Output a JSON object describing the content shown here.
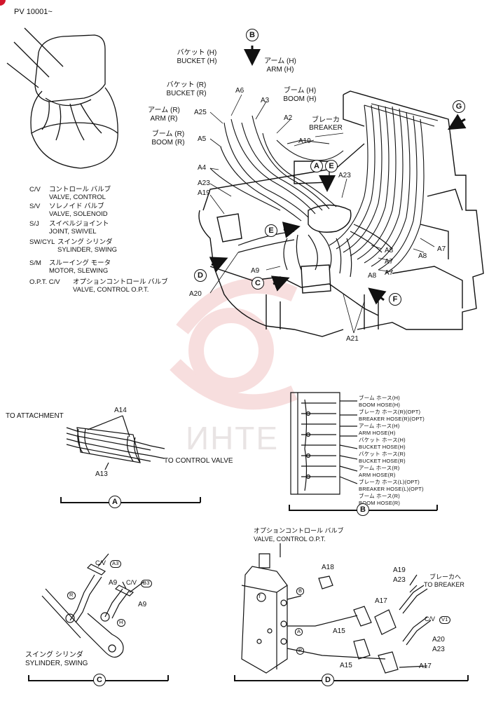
{
  "header": {
    "serial": "PV 10001~"
  },
  "watermark": {
    "text": "ИНТЕ"
  },
  "legend": [
    {
      "key": "C/V",
      "jp": "コントロール バルブ",
      "en": "VALVE, CONTROL"
    },
    {
      "key": "S/V",
      "jp": "ソレノイド バルブ",
      "en": "VALVE, SOLENOID"
    },
    {
      "key": "S/J",
      "jp": "スイベルジョイント",
      "en": "JOINT, SWIVEL"
    },
    {
      "key": "SW/CYL",
      "jp": "スイング シリンダ",
      "en": "SYLINDER, SWING"
    },
    {
      "key": "S/M",
      "jp": "スルーイング モータ",
      "en": "MOTOR, SLEWING"
    },
    {
      "key": "O.P.T. C/V",
      "jp": "オプションコントロール バルブ",
      "en": "VALVE, CONTROL  O.P.T."
    }
  ],
  "main": {
    "bucket_h_jp": "バケット (H)",
    "bucket_h_en": "BUCKET (H)",
    "bucket_r_jp": "バケット (R)",
    "bucket_r_en": "BUCKET (R)",
    "arm_h_jp": "アーム (H)",
    "arm_h_en": "ARM (H)",
    "arm_r_jp": "アーム (R)",
    "arm_r_en": "ARM (R)",
    "boom_h_jp": "ブーム (H)",
    "boom_h_en": "BOOM (H)",
    "boom_r_jp": "ブーム (R)",
    "boom_r_en": "BOOM (R)",
    "breaker_jp": "ブレーカ",
    "breaker_en": "BREAKER",
    "part_a6": "A6",
    "part_a3": "A3",
    "part_a25": "A25",
    "part_a2": "A2",
    "part_a5": "A5",
    "part_a19_top": "A19",
    "part_a4": "A4",
    "part_a23_left": "A23",
    "part_a19_left": "A19",
    "part_a23_right": "A23",
    "part_a8_1": "A8",
    "part_a8_2": "A8",
    "part_a8_3": "A8",
    "part_a7_1": "A7",
    "part_a7_2": "A7",
    "part_a7_3": "A7",
    "part_a9": "A9",
    "part_a20": "A20",
    "part_a21": "A21",
    "view_b": "B",
    "view_g": "G",
    "view_a": "A",
    "view_e": "E",
    "view_e2": "E",
    "view_d": "D",
    "view_c": "C",
    "view_f": "F"
  },
  "detail_a": {
    "to_attachment": "TO ATTACHMENT",
    "part_a14": "A14",
    "to_control_valve": "TO CONTROL VALVE",
    "part_a13": "A13",
    "caption": "A"
  },
  "detail_b": {
    "rows": [
      {
        "jp": "ブーム ホース(H)",
        "en": "BOOM HOSE(H)"
      },
      {
        "jp": "ブレーカ ホース(R)(OPT)",
        "en": "BREAKER HOSE(R)(OPT)"
      },
      {
        "jp": "アーム ホース(H)",
        "en": "ARM HOSE(H)"
      },
      {
        "jp": "バケット ホース(H)",
        "en": "BUCKET HOSE(H)"
      },
      {
        "jp": "バケット ホース(R)",
        "en": "BUCKET HOSE(R)"
      },
      {
        "jp": "アーム ホース(R)",
        "en": "ARM HOSE(R)"
      },
      {
        "jp": "ブレーカ ホース(L)(OPT)",
        "en": "BREAKER HOSE(L)(OPT)"
      },
      {
        "jp": "ブーム ホース(R)",
        "en": "BOOM HOSE(R)"
      }
    ],
    "caption": "B"
  },
  "detail_c": {
    "cv_a3": "C/V",
    "cv_a3_mark": "A3",
    "part_a9_1": "A9",
    "cv_b3": "C/V",
    "cv_b3_mark": "B3",
    "part_a9_2": "A9",
    "mark_r": "R",
    "mark_h": "H",
    "label_jp": "スイング シリンダ",
    "label_en": "SYLINDER, SWING",
    "caption": "C"
  },
  "detail_d": {
    "title_jp": "オプションコントロール バルブ",
    "title_en": "VALVE, CONTROL O.P.T.",
    "part_a18": "A18",
    "part_a19": "A19",
    "part_a23": "A23",
    "breaker_jp": "ブレーカへ",
    "breaker_en": "TO BREAKER",
    "part_a17_1": "A17",
    "part_a15_1": "A15",
    "cv_v1": "C/V",
    "cv_v1_mark": "V1",
    "part_a20": "A20",
    "part_a23_2": "A23",
    "part_a15_2": "A15",
    "part_a17_2": "A17",
    "mark_b": "B",
    "mark_a": "A",
    "mark_p": "P",
    "mark_t": "T",
    "caption": "D"
  }
}
